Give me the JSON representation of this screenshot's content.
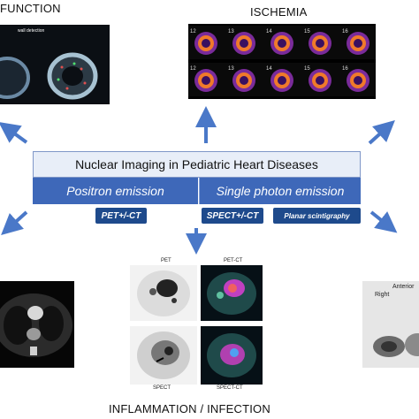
{
  "titles": {
    "function": "FUNCTION",
    "ischemia": "ISCHEMIA",
    "inflammation": "INFLAMMATION / INFECTION"
  },
  "center": {
    "title": "Nuclear Imaging in Pediatric Heart Diseases",
    "positron": "Positron emission",
    "single_photon": "Single photon emission",
    "tags": [
      "PET+/-CT",
      "SPECT+/-CT",
      "Planar scintigraphy"
    ]
  },
  "function_panel": {
    "label": "wall detection"
  },
  "ischemia_panel": {
    "frame_numbers_top": [
      "12",
      "13",
      "14",
      "15",
      "16"
    ],
    "frame_numbers_bottom": [
      "12",
      "13",
      "14",
      "15",
      "16"
    ]
  },
  "inflammation_panel": {
    "pet": "PET",
    "pet_ct": "PET-CT",
    "spect": "SPECT",
    "spect_ct": "SPECT-CT"
  },
  "planar_panel": {
    "anterior": "Anterior",
    "right": "Right"
  },
  "colors": {
    "accent_blue": "#3e68b9",
    "dark_blue": "#1e4a8c",
    "arrow_blue": "#4a78c8",
    "box_fill": "#e8eef8"
  }
}
